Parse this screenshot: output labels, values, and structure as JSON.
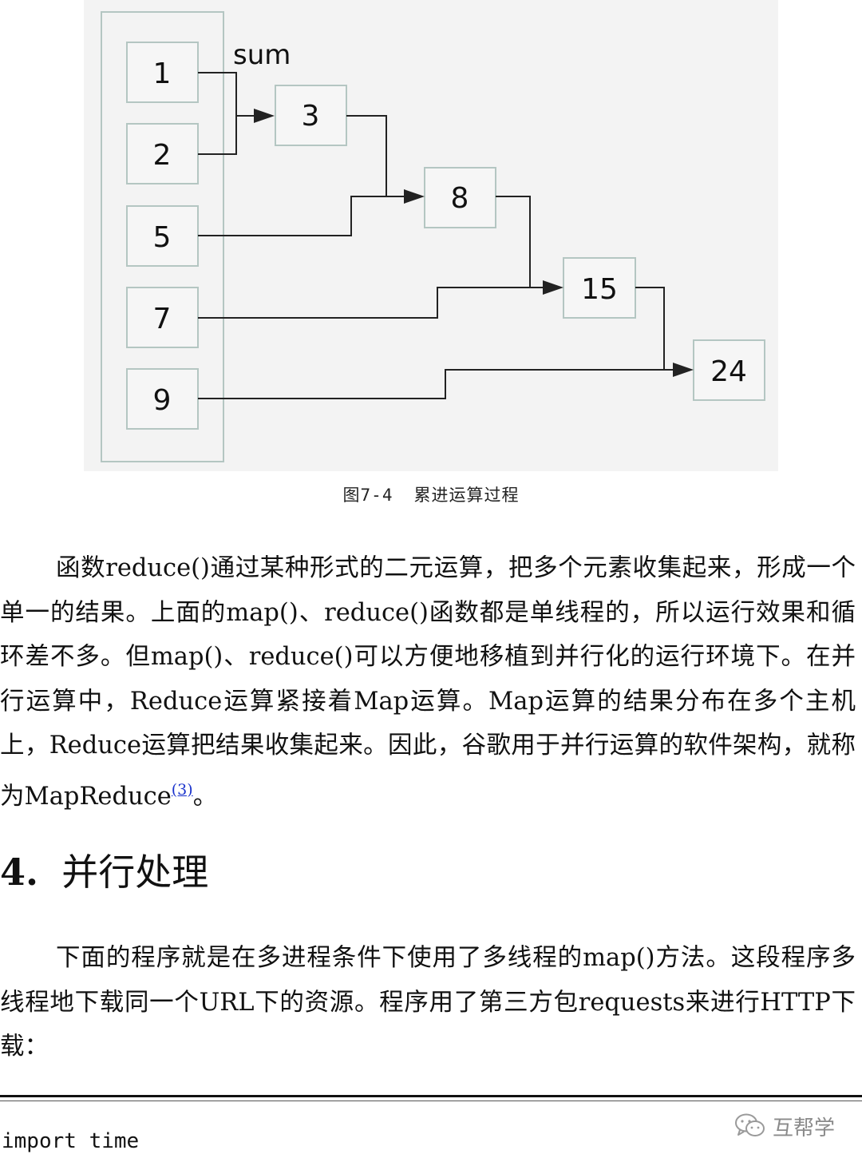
{
  "diagram": {
    "nodes": [
      "1",
      "2",
      "5",
      "7",
      "9",
      "3",
      "8",
      "15",
      "24"
    ],
    "sum_label": "sum"
  },
  "caption": {
    "number": "图7-4",
    "title": "累进运算过程"
  },
  "paragraph1": {
    "text": "函数reduce()通过某种形式的二元运算，把多个元素收集起来，形成一个单一的结果。上面的map()、reduce()函数都是单线程的，所以运行效果和循环差不多。但map()、reduce()可以方便地移植到并行化的运行环境下。在并行运算中，Reduce运算紧接着Map运算。Map运算的结果分布在多个主机上，Reduce运算把结果收集起来。因此，谷歌用于并行运算的软件架构，就称为MapReduce",
    "footnote_ref": "(3)",
    "end": "。"
  },
  "section": {
    "number": "4.",
    "title": "并行处理"
  },
  "paragraph2": {
    "text": "下面的程序就是在多进程条件下使用了多线程的map()方法。这段程序多线程地下载同一个URL下的资源。程序用了第三方包requests来进行HTTP下载："
  },
  "code": {
    "line1": "import time"
  },
  "watermark": {
    "icon": "wechat-icon",
    "text": "互帮学",
    "color": "#8a8a8a"
  }
}
